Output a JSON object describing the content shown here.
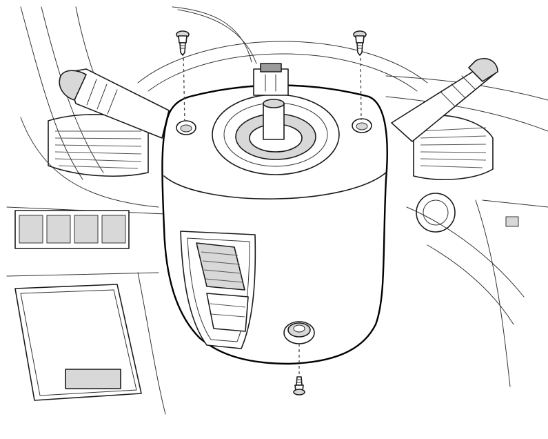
{
  "diagram": {
    "type": "technical-line-drawing",
    "colors": {
      "line": "#1a1a1a",
      "shade": "#d8d8d8",
      "dark_shade": "#9a9a9a",
      "background": "#ffffff"
    },
    "screws": [
      "upper-left-screw",
      "upper-right-screw",
      "bottom-screw"
    ]
  }
}
